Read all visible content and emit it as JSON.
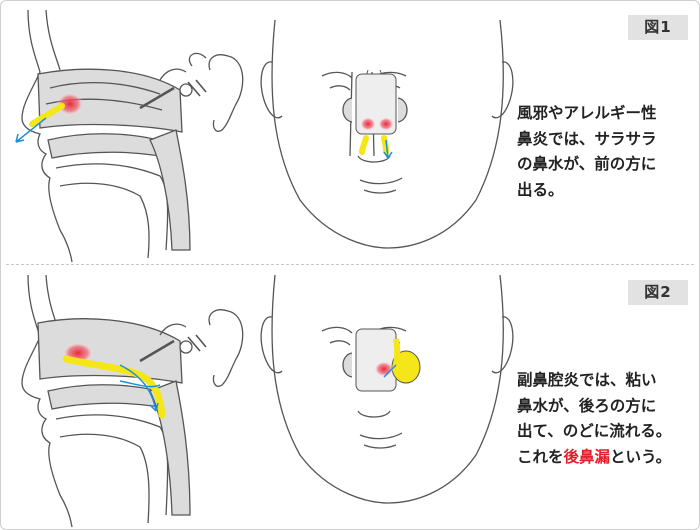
{
  "figures": [
    {
      "label": "図1",
      "caption_lines": [
        "風邪やアレルギー性",
        "鼻炎では、サラサラ",
        "の鼻水が、前の方に",
        "出る。"
      ]
    },
    {
      "label": "図2",
      "caption_lines": [
        "副鼻腔炎では、粘い",
        "鼻水が、後ろの方に",
        "出て、のどに流れる。"
      ],
      "caption_last_line": {
        "before": "これを",
        "highlight": "後鼻漏",
        "after": "という。"
      }
    }
  ],
  "colors": {
    "mucus": "#f5e61a",
    "inflammation": "#e8283a",
    "arrow": "#1e8fd6",
    "tissue": "#dcdcdc",
    "outline": "#555555",
    "highlight_text": "#e0212d",
    "label_bg": "#e2e2e2"
  }
}
